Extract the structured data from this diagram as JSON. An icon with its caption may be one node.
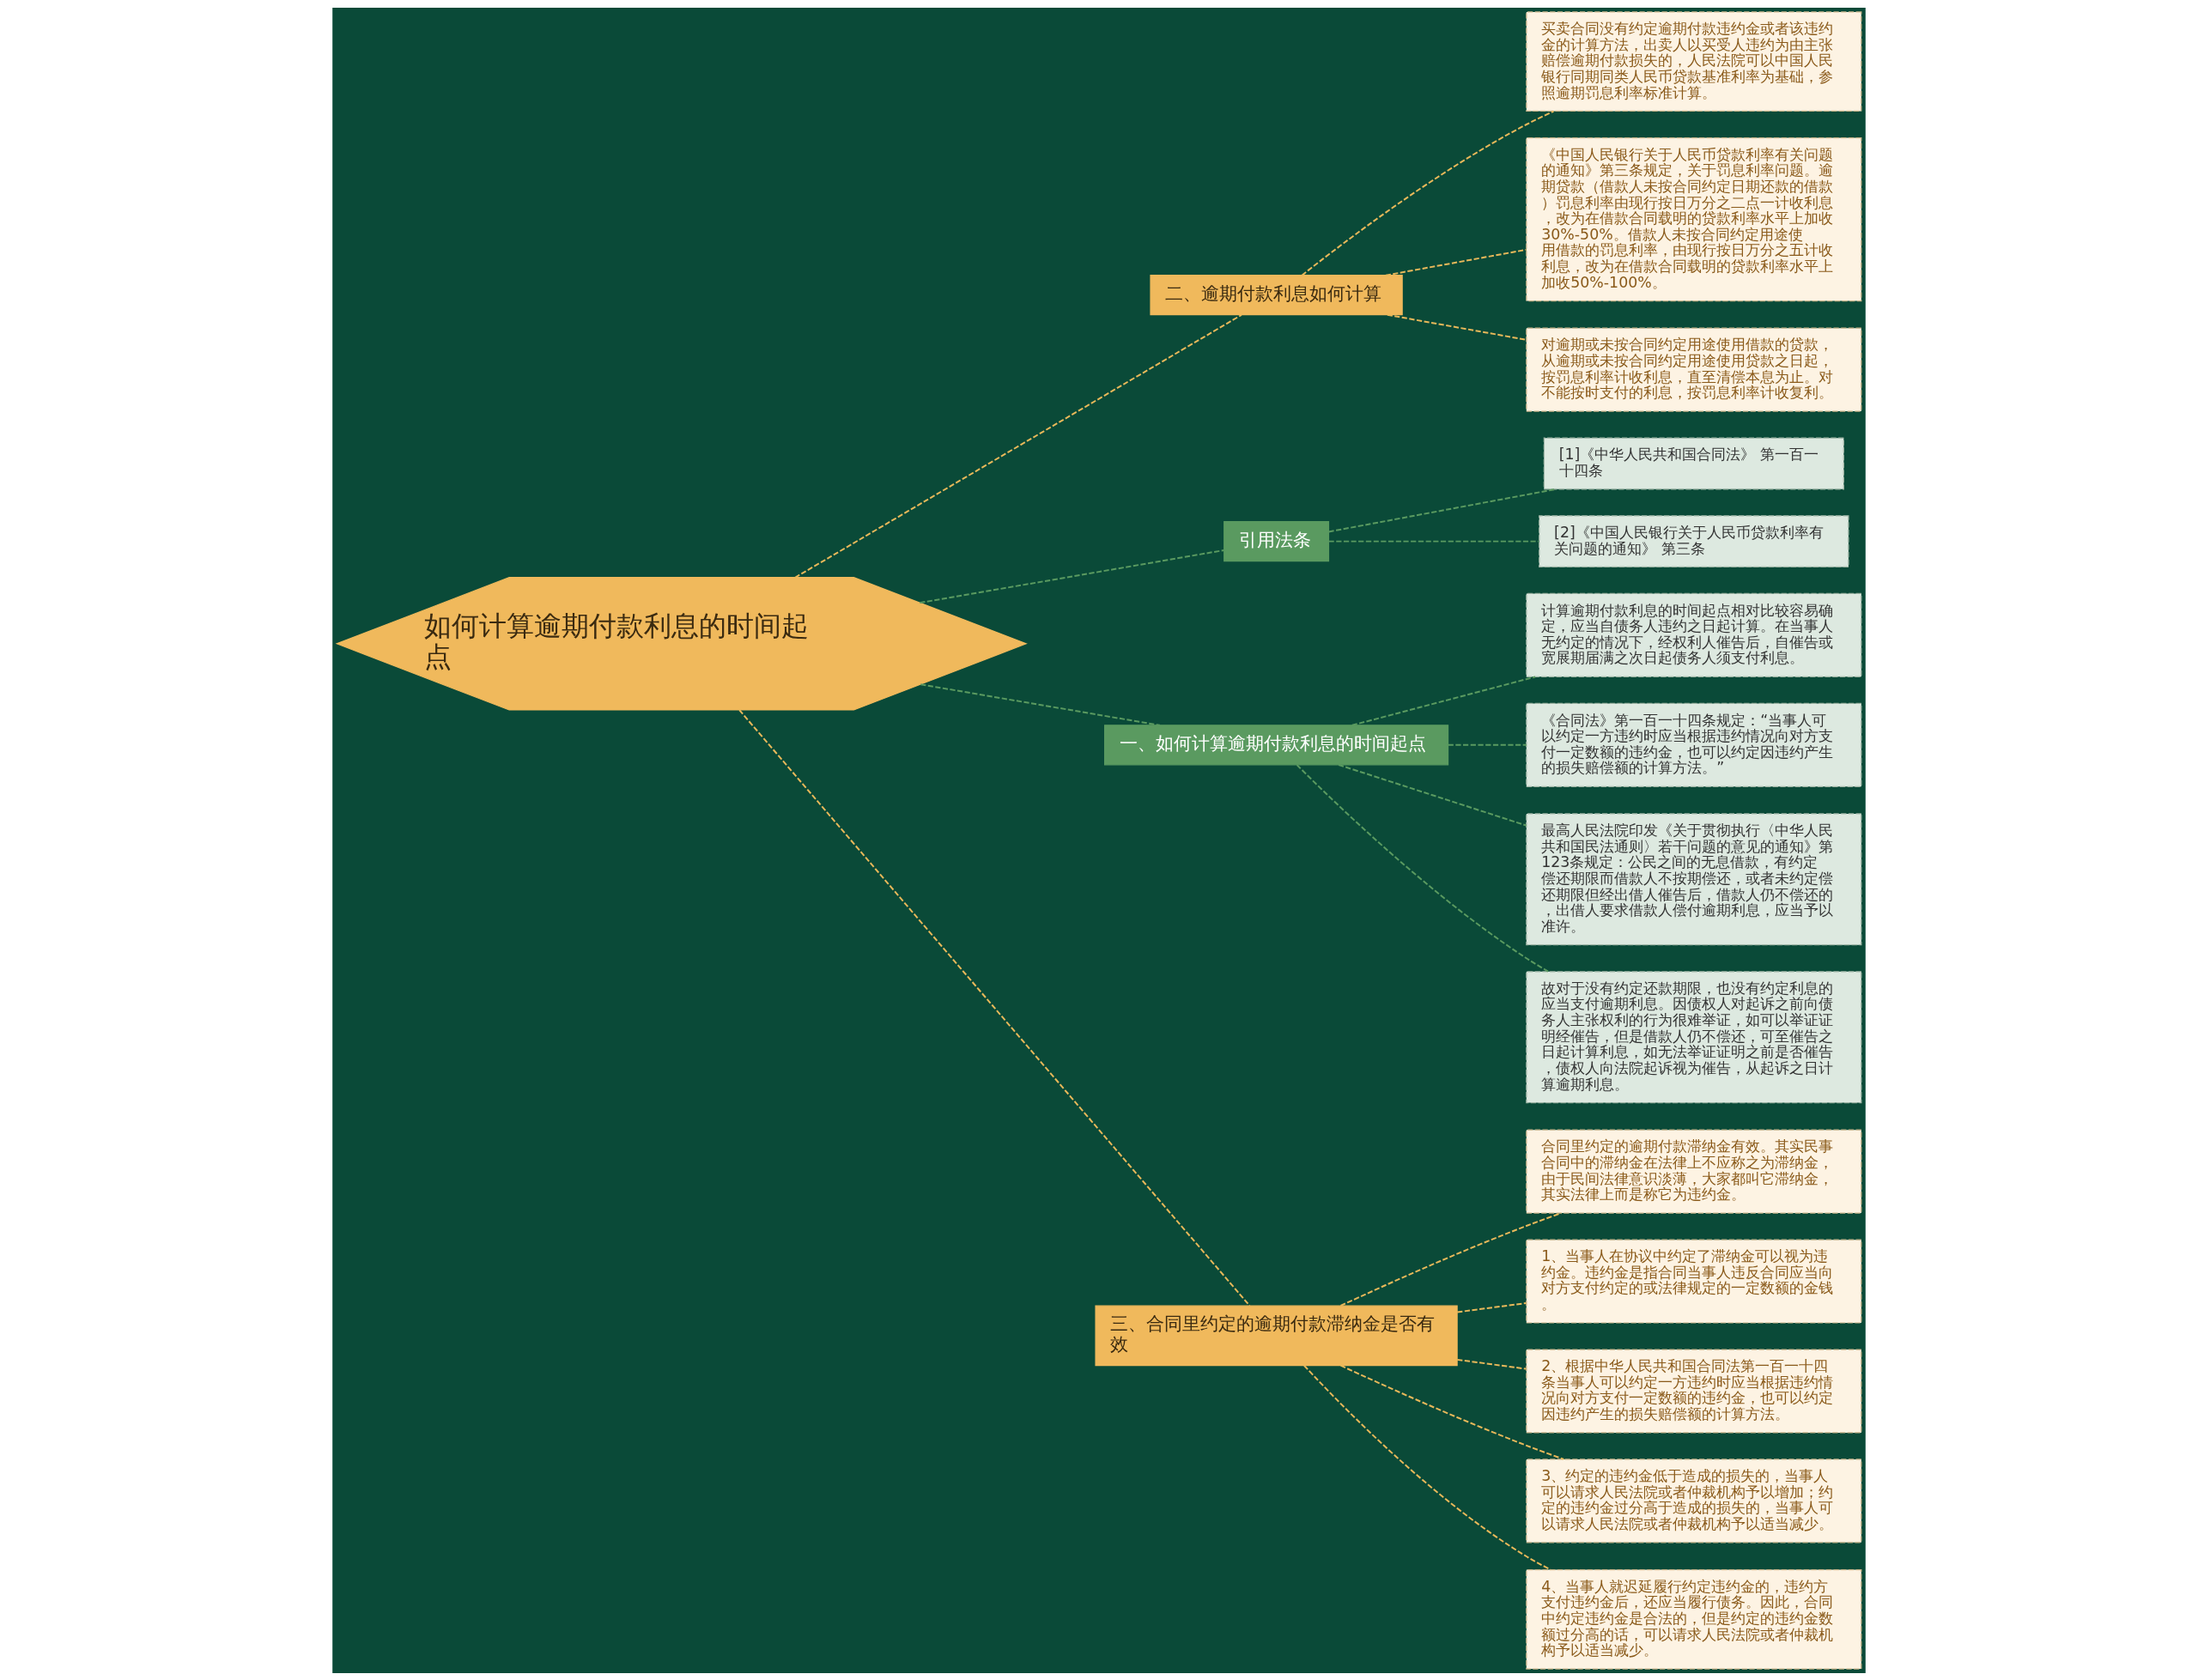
{
  "diagram": {
    "nodes": [
      {
        "text": [
          "如何计算逾期付款利息的时间起点"
        ]
      },
      {
        "text": [
          "二、逾期付款利息如何计算"
        ]
      },
      {
        "text": [
          "买卖合同没有约定逾期付款违约金或者该违约金的计算方法，出卖人以买受人违约为由主张赔偿逾期付款损失的，人民法院可以中国人民银行同期同类人民币贷款基准利率为基础，参照逾期罚息利率标准计算。"
        ]
      },
      {
        "text": [
          "《中国人民银行关于人民币贷款利率有关问题的通知》第三条规定，关于罚息利率问题。逾期贷款（借款人未按合同约定日期还款的借款）罚息利率由现行按日万分之二点一计收利息，改为在借款合同载明的贷款利率水平上加收30%-50%。借款人未按合同约定用途使用借款的罚息利率，由现行按日万分之五计收利息，改为在借款合同载明的贷款利率水平上加收50%-100%。"
        ]
      },
      {
        "text": [
          "对逾期或未按合同约定用途使用借款的贷款，从逾期或未按合同约定用途使用贷款之日起，按罚息利率计收利息，直至清偿本息为止。对不能按时支付的利息，按罚息利率计收复利。"
        ]
      },
      {
        "text": [
          "引用法条"
        ]
      },
      {
        "text": [
          "[1]《中华人民共和国合同法》 第一百一十四条"
        ]
      },
      {
        "text": [
          "[2]《中国人民银行关于人民币贷款利率有关问题的通知》 第三条"
        ]
      },
      {
        "text": [
          "一、如何计算逾期付款利息的时间起点"
        ]
      },
      {
        "text": [
          "计算逾期付款利息的时间起点相对比较容易确定，应当自债务人违约之日起计算。在当事人无约定的情况下，经权利人催告后，自催告或宽展期届满之次日起债务人须支付利息。"
        ]
      },
      {
        "text": [
          "《合同法》第一百一十四条规定：“当事人可以约定一方违约时应当根据违约情况向对方支付一定数额的违约金，也可以约定因违约产生的损失赔偿额的计算方法。”"
        ]
      },
      {
        "text": [
          "最高人民法院印发《关于贯彻执行〈中华人民共和国民法通则〉若干问题的意见的通知》第123条规定：公民之间的无息借款，有约定偿还期限而借款人不按期偿还，或者未约定偿还期限但经出借人催告后，借款人仍不偿还的，出借人要求借款人偿付逾期利息，应当予以准许。"
        ]
      },
      {
        "text": [
          "故对于没有约定还款期限，也没有约定利息的应当支付逾期利息。因债权人对起诉之前向债务人主张权利的行为很难举证，如可以举证证明经催告，但是借款人仍不偿还，可至催告之日起计算利息，如无法举证证明之前是否催告，债权人向法院起诉视为催告，从起诉之日计算逾期利息。"
        ]
      },
      {
        "text": [
          "三、合同里约定的逾期付款滞纳金是否有效"
        ]
      },
      {
        "text": [
          "合同里约定的逾期付款滞纳金有效。其实民事合同中的滞纳金在法律上不应称之为滞纳金，由于民间法律意识淡薄，大家都叫它滞纳金，其实法律上而是称它为违约金。"
        ]
      },
      {
        "text": [
          "1、当事人在协议中约定了滞纳金可以视为违约金。违约金是指合同当事人违反合同应当向对方支付约定的或法律规定的一定数额的金钱。"
        ]
      },
      {
        "text": [
          "2、根据中华人民共和国合同法第一百一十四条当事人可以约定一方违约时应当根据违约情况向对方支付一定数额的违约金，也可以约定因违约产生的损失赔偿额的计算方法。"
        ]
      },
      {
        "text": [
          "3、约定的违约金低于造成的损失的，当事人可以请求人民法院或者仲裁机构予以增加；约定的违约金过分高于造成的损失的，当事人可以请求人民法院或者仲裁机构予以适当减少。"
        ]
      },
      {
        "text": [
          "4、当事人就迟延履行约定违约金的，违约方支付违约金后，还应当履行债务。因此，合同中约定违约金是合法的，但是约定的违约金数额过分高的话，可以请求人民法院或者仲裁机构予以适当减少。"
        ]
      }
    ],
    "edges": [
      {
        "from": 0,
        "to": 1,
        "arrow": "none",
        "style": "dashed"
      },
      {
        "from": 1,
        "to": 2,
        "arrow": "none",
        "style": "dashed"
      },
      {
        "from": 1,
        "to": 3,
        "arrow": "none",
        "style": "dashed"
      },
      {
        "from": 1,
        "to": 4,
        "arrow": "none",
        "style": "dashed"
      },
      {
        "from": 0,
        "to": 5,
        "arrow": "none",
        "style": "dashed",
        "color": "#5a9a60"
      },
      {
        "from": 5,
        "to": 6,
        "arrow": "none",
        "style": "dashed",
        "color": "#5a9a60"
      },
      {
        "from": 5,
        "to": 7,
        "arrow": "none",
        "style": "dashed",
        "color": "#5a9a60"
      },
      {
        "from": 0,
        "to": 8,
        "arrow": "none",
        "style": "dashed",
        "color": "#5a9a60"
      },
      {
        "from": 8,
        "to": 9,
        "arrow": "none",
        "style": "dashed",
        "color": "#5a9a60"
      },
      {
        "from": 8,
        "to": 10,
        "arrow": "none",
        "style": "dashed",
        "color": "#5a9a60"
      },
      {
        "from": 8,
        "to": 11,
        "arrow": "none",
        "style": "dashed",
        "color": "#5a9a60"
      },
      {
        "from": 8,
        "to": 12,
        "arrow": "none",
        "style": "dashed",
        "color": "#5a9a60"
      },
      {
        "from": 0,
        "to": 13,
        "arrow": "none",
        "style": "dashed"
      },
      {
        "from": 13,
        "to": 14,
        "arrow": "none",
        "style": "dashed"
      },
      {
        "from": 13,
        "to": 15,
        "arrow": "none",
        "style": "dashed"
      },
      {
        "from": 13,
        "to": 16,
        "arrow": "none",
        "style": "dashed"
      },
      {
        "from": 13,
        "to": 17,
        "arrow": "none",
        "style": "dashed"
      },
      {
        "from": 13,
        "to": 18,
        "arrow": "none",
        "style": "dashed"
      }
    ]
  }
}
